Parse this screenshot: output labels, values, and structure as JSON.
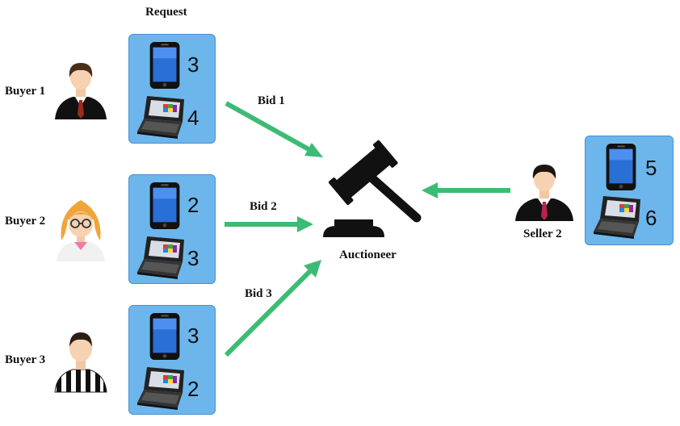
{
  "header": {
    "request_label": "Request"
  },
  "buyers": [
    {
      "label": "Buyer 1",
      "phone_qty": "3",
      "laptop_qty": "4",
      "bid_label": "Bid 1"
    },
    {
      "label": "Buyer 2",
      "phone_qty": "2",
      "laptop_qty": "3",
      "bid_label": "Bid 2"
    },
    {
      "label": "Buyer 3",
      "phone_qty": "3",
      "laptop_qty": "2",
      "bid_label": "Bid 3"
    }
  ],
  "auctioneer": {
    "label": "Auctioneer"
  },
  "seller": {
    "label": "Seller 2",
    "phone_qty": "5",
    "laptop_qty": "6"
  },
  "colors": {
    "box_fill": "#6db6ec",
    "arrow": "#3dbb74"
  },
  "icons": [
    "person-icon",
    "phone-icon",
    "laptop-icon",
    "gavel-icon"
  ]
}
